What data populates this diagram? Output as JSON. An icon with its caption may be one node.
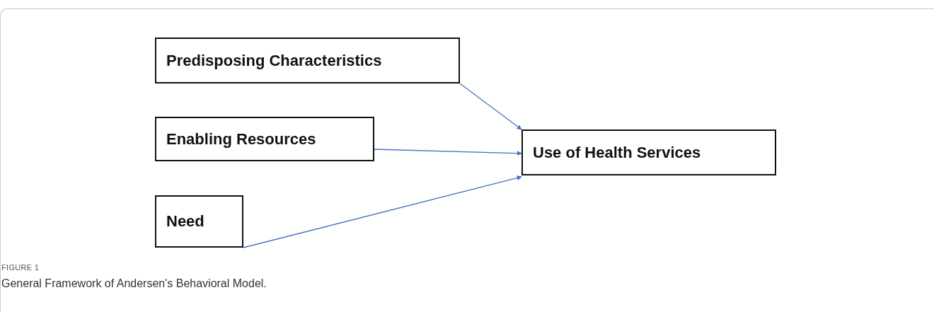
{
  "diagram": {
    "caption": "General Framework of Andersen's Behavioral Model.",
    "nodes": [
      {
        "text": [
          "Predisposing Characteristics"
        ]
      },
      {
        "text": [
          "Enabling Resources"
        ]
      },
      {
        "text": [
          "Need"
        ]
      },
      {
        "text": [
          "Use of Health Services"
        ]
      }
    ],
    "edges": [
      {
        "from": 0,
        "to": 3,
        "arrow": "to"
      },
      {
        "from": 1,
        "to": 3,
        "arrow": "to"
      },
      {
        "from": 2,
        "to": 3,
        "arrow": "to"
      }
    ],
    "labels": [
      "FIGURE 1"
    ]
  }
}
